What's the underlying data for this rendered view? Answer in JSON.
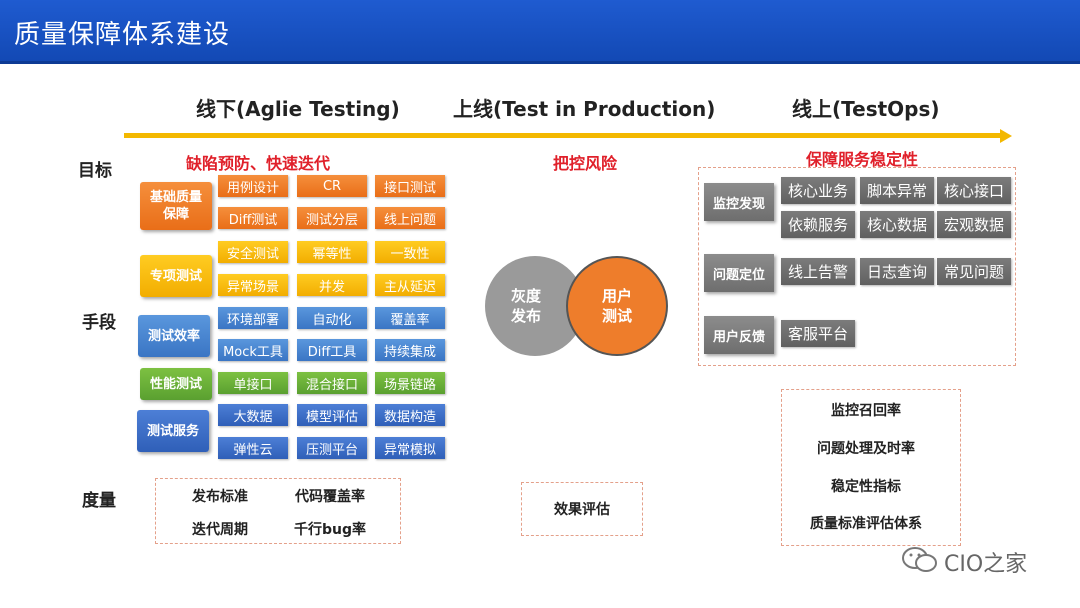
{
  "title": "质量保障体系建设",
  "phases": [
    "线下(Aglie Testing)",
    "上线(Test in Production)",
    "线上(TestOps)"
  ],
  "row_labels": {
    "goal": "目标",
    "means": "手段",
    "metric": "度量"
  },
  "offline": {
    "goal": "缺陷预防、快速迭代",
    "categories": [
      {
        "label": "基础质量\n保障",
        "cells": [
          [
            "用例设计",
            "CR",
            "接口测试"
          ],
          [
            "Diff测试",
            "测试分层",
            "线上问题"
          ]
        ]
      },
      {
        "label": "专项测试",
        "cells": [
          [
            "安全测试",
            "幂等性",
            "一致性"
          ],
          [
            "异常场景",
            "并发",
            "主从延迟"
          ]
        ]
      },
      {
        "label": "测试效率",
        "cells": [
          [
            "环境部署",
            "自动化",
            "覆盖率"
          ],
          [
            "Mock工具",
            "Diff工具",
            "持续集成"
          ]
        ]
      },
      {
        "label": "性能测试",
        "cells": [
          [
            "单接口",
            "混合接口",
            "场景链路"
          ]
        ]
      },
      {
        "label": "测试服务",
        "cells": [
          [
            "大数据",
            "模型评估",
            "数据构造"
          ],
          [
            "弹性云",
            "压测平台",
            "异常模拟"
          ]
        ]
      }
    ],
    "metrics": [
      "发布标准",
      "代码覆盖率",
      "迭代周期",
      "千行bug率"
    ]
  },
  "online_release": {
    "goal": "把控风险",
    "circles": [
      "灰度\n发布",
      "用户\n测试"
    ],
    "metric": "效果评估"
  },
  "online": {
    "goal": "保障服务稳定性",
    "groups": [
      {
        "label": "监控发现",
        "cells": [
          "核心业务",
          "脚本异常",
          "核心接口",
          "依赖服务",
          "核心数据",
          "宏观数据"
        ]
      },
      {
        "label": "问题定位",
        "cells": [
          "线上告警",
          "日志查询",
          "常见问题"
        ]
      },
      {
        "label": "用户反馈",
        "cells": [
          "客服平台"
        ]
      }
    ],
    "metrics": [
      "监控召回率",
      "问题处理及时率",
      "稳定性指标",
      "质量标准评估体系"
    ]
  },
  "watermark": "CIO之家",
  "colors": {
    "title_bar": "#1f5bd0",
    "arrow": "#f3b800",
    "goal_text": "#e0202a"
  }
}
